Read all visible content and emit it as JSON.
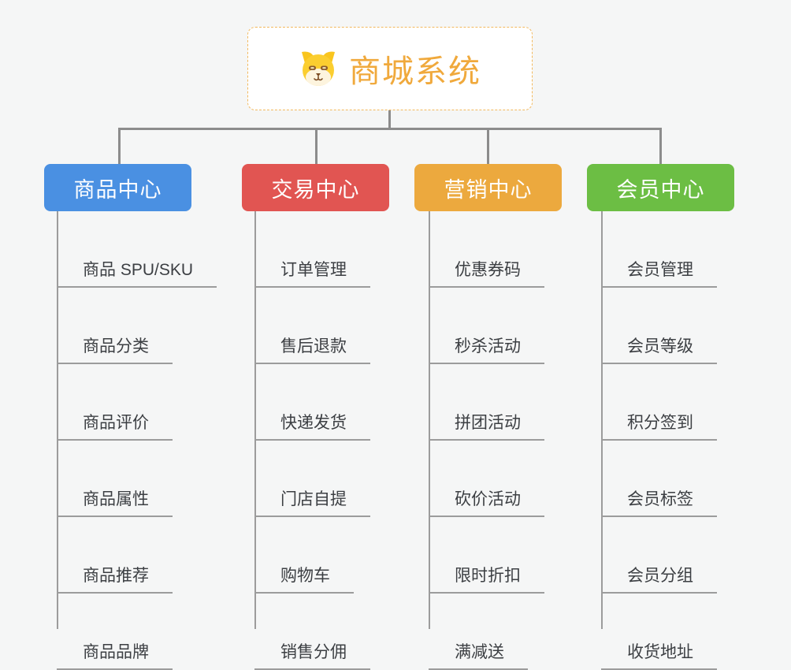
{
  "root": {
    "title": "商城系统",
    "icon": "dog-face-icon",
    "title_color": "#F0A93C",
    "border_color": "#F2B95E"
  },
  "branches": [
    {
      "label": "商品中心",
      "color": "#4A90E2",
      "children": [
        "商品 SPU/SKU",
        "商品分类",
        "商品评价",
        "商品属性",
        "商品推荐",
        "商品品牌"
      ]
    },
    {
      "label": "交易中心",
      "color": "#E15552",
      "children": [
        "订单管理",
        "售后退款",
        "快递发货",
        "门店自提",
        "购物车",
        "销售分佣"
      ]
    },
    {
      "label": "营销中心",
      "color": "#ECA93E",
      "children": [
        "优惠券码",
        "秒杀活动",
        "拼团活动",
        "砍价活动",
        "限时折扣",
        "满减送"
      ]
    },
    {
      "label": "会员中心",
      "color": "#6CBE44",
      "children": [
        "会员管理",
        "会员等级",
        "积分签到",
        "会员标签",
        "会员分组",
        "收货地址"
      ]
    }
  ],
  "style": {
    "background": "#F5F6F6",
    "connector_color": "#8C8C8C",
    "leaf_line_color": "#9C9C9C",
    "leaf_text_color": "#3C3F43"
  }
}
